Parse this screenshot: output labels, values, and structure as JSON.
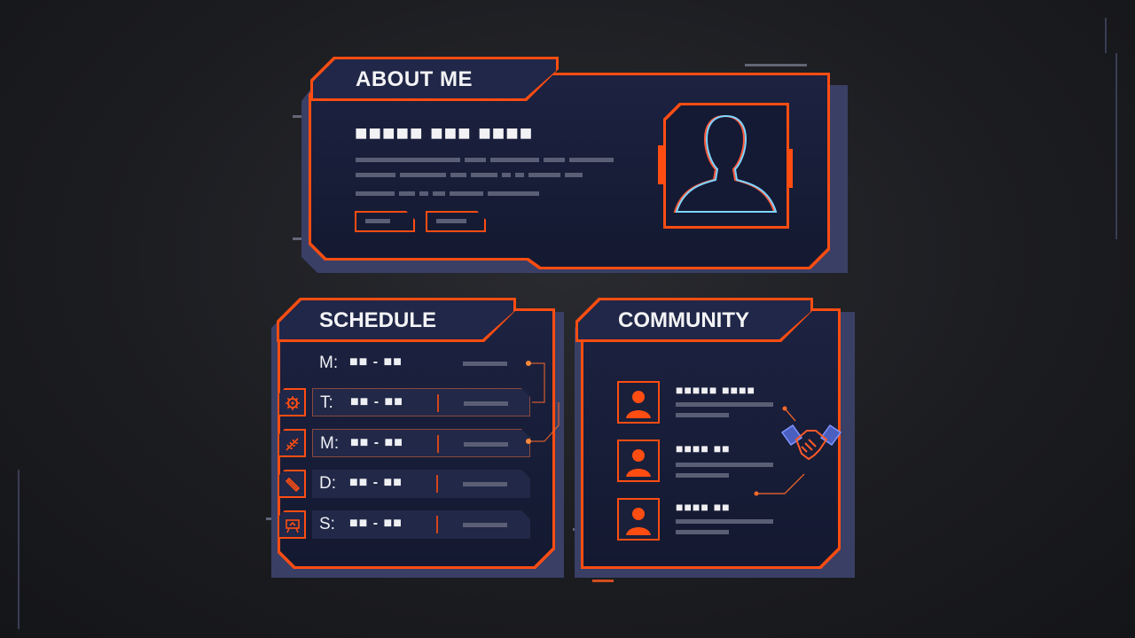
{
  "about": {
    "title": "ABOUT ME",
    "name": "■■■■■ ■■■ ■■■■"
  },
  "avatar": {
    "icon": "user-silhouette-icon"
  },
  "schedule": {
    "title": "SCHEDULE",
    "rows": [
      {
        "day": "M:",
        "time": "■■ - ■■",
        "icon": ""
      },
      {
        "day": "T:",
        "time": "■■ - ■■",
        "icon": "gear-icon"
      },
      {
        "day": "M:",
        "time": "■■ - ■■",
        "icon": "feather-icon"
      },
      {
        "day": "D:",
        "time": "■■ - ■■",
        "icon": "pencil-icon"
      },
      {
        "day": "S:",
        "time": "■■ - ■■",
        "icon": "easel-icon"
      }
    ]
  },
  "community": {
    "title": "COMMUNITY",
    "members": [
      {
        "name": "■■■■■ ■■■■"
      },
      {
        "name": "■■■■ ■■"
      },
      {
        "name": "■■■■ ■■"
      }
    ],
    "icon": "handshake-icon"
  },
  "colors": {
    "accent": "#ff4d12",
    "panel": "#1a1f3a",
    "secondary": "#3a3f66"
  }
}
